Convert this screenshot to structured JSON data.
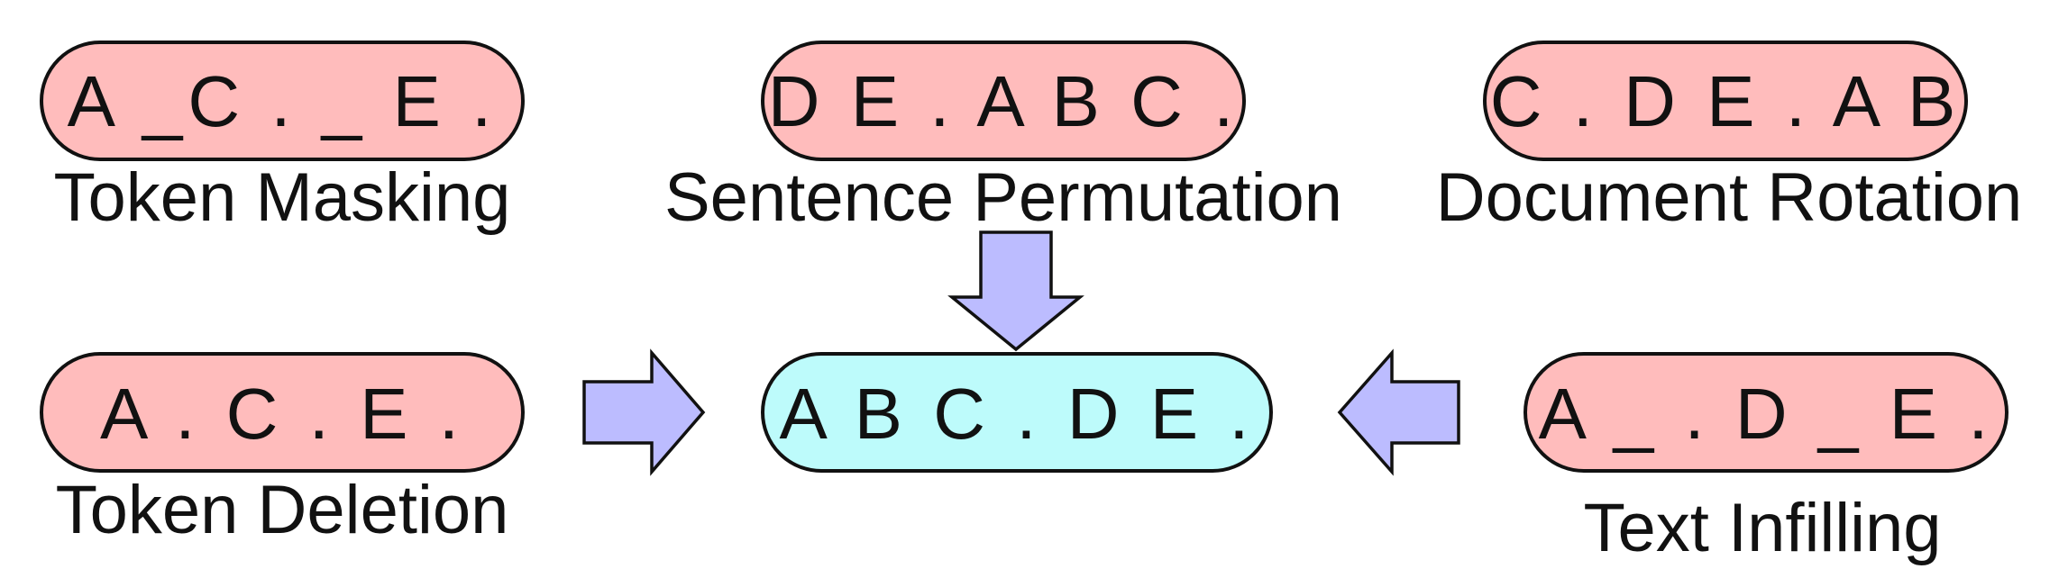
{
  "colors": {
    "noised_fill": "#ffbcbc",
    "original_fill": "#bdfbfb",
    "arrow_fill": "#bcbcff",
    "stroke": "#111111"
  },
  "nodes": {
    "token_masking": {
      "sequence": "A _C . _ E .",
      "caption": "Token Masking"
    },
    "sentence_permutation": {
      "sequence": "D E . A B C .",
      "caption": "Sentence Permutation"
    },
    "document_rotation": {
      "sequence": "C . D E . A B",
      "caption": "Document Rotation"
    },
    "token_deletion": {
      "sequence": "A . C . E .",
      "caption": "Token Deletion"
    },
    "original": {
      "sequence": "A B C . D E ."
    },
    "text_infilling": {
      "sequence": "A _ . D _ E .",
      "caption": "Text Infilling"
    }
  },
  "arrows": [
    {
      "from": "sentence_permutation",
      "to": "original",
      "direction": "down"
    },
    {
      "from": "token_deletion",
      "to": "original",
      "direction": "right"
    },
    {
      "from": "text_infilling",
      "to": "original",
      "direction": "left"
    }
  ]
}
